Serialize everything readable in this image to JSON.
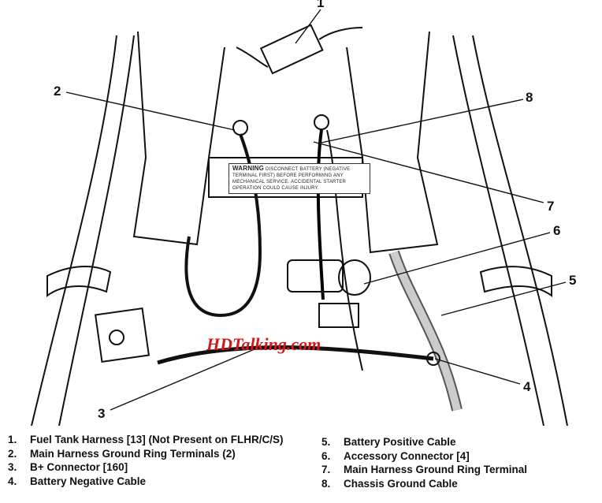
{
  "diagram": {
    "warning_label": {
      "title": "WARNING",
      "text": "DISCONNECT BATTERY (NEGATIVE TERMINAL FIRST) BEFORE PERFORMING ANY MECHANICAL SERVICE. ACCIDENTAL STARTER OPERATION COULD CAUSE INJURY."
    },
    "watermark": "HDTalking.com",
    "callouts": [
      "1",
      "2",
      "3",
      "4",
      "5",
      "6",
      "7",
      "8"
    ]
  },
  "legend": {
    "left": [
      {
        "num": "1.",
        "label": "Fuel Tank Harness [13] (Not Present on FLHR/C/S)"
      },
      {
        "num": "2.",
        "label": "Main Harness Ground Ring Terminals (2)"
      },
      {
        "num": "3.",
        "label": "B+ Connector [160]"
      },
      {
        "num": "4.",
        "label": "Battery Negative Cable"
      }
    ],
    "right": [
      {
        "num": "5.",
        "label": "Battery Positive Cable"
      },
      {
        "num": "6.",
        "label": "Accessory Connector [4]"
      },
      {
        "num": "7.",
        "label": "Main Harness Ground Ring Terminal"
      },
      {
        "num": "8.",
        "label": "Chassis Ground Cable"
      }
    ]
  }
}
